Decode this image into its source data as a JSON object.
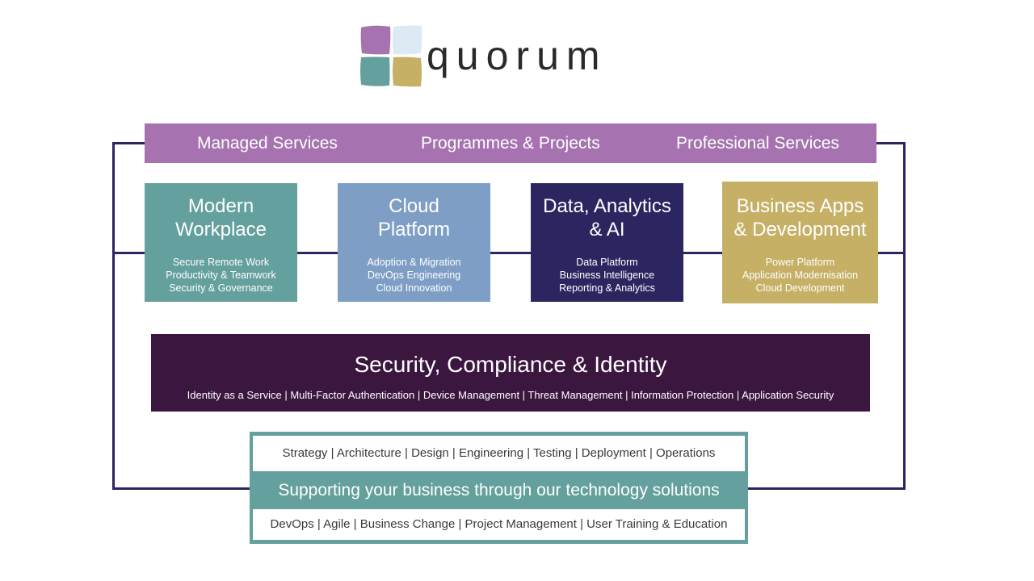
{
  "logo": {
    "text": "quorum",
    "colors": [
      "#a673b0",
      "#dde9f3",
      "#64a09d",
      "#c6b066"
    ]
  },
  "services": [
    "Managed Services",
    "Programmes & Projects",
    "Professional Services"
  ],
  "tiles": [
    {
      "title_line1": "Modern",
      "title_line2": "Workplace",
      "color": "#64a09d",
      "items": [
        "Secure Remote Work",
        "Productivity & Teamwork",
        "Security & Governance"
      ]
    },
    {
      "title_line1": "Cloud",
      "title_line2": "Platform",
      "color": "#7e9ec6",
      "items": [
        "Adoption & Migration",
        "DevOps Engineering",
        "Cloud Innovation"
      ]
    },
    {
      "title_line1": "Data, Analytics",
      "title_line2": "& AI",
      "color": "#2b2660",
      "items": [
        "Data Platform",
        "Business Intelligence",
        "Reporting & Analytics"
      ]
    },
    {
      "title_line1": "Business Apps",
      "title_line2": "& Development",
      "color": "#c6b066",
      "items": [
        "Power Platform",
        "Application Modernisation",
        "Cloud Development"
      ]
    }
  ],
  "security": {
    "title": "Security, Compliance & Identity",
    "subtitle": "Identity as a Service | Multi-Factor Authentication | Device Management | Threat Management | Information Protection | Application Security"
  },
  "support": {
    "top": "Strategy | Architecture | Design | Engineering | Testing | Deployment | Operations",
    "middle": "Supporting your business through our technology solutions",
    "bottom": "DevOps | Agile | Business Change | Project Management | User Training & Education"
  }
}
